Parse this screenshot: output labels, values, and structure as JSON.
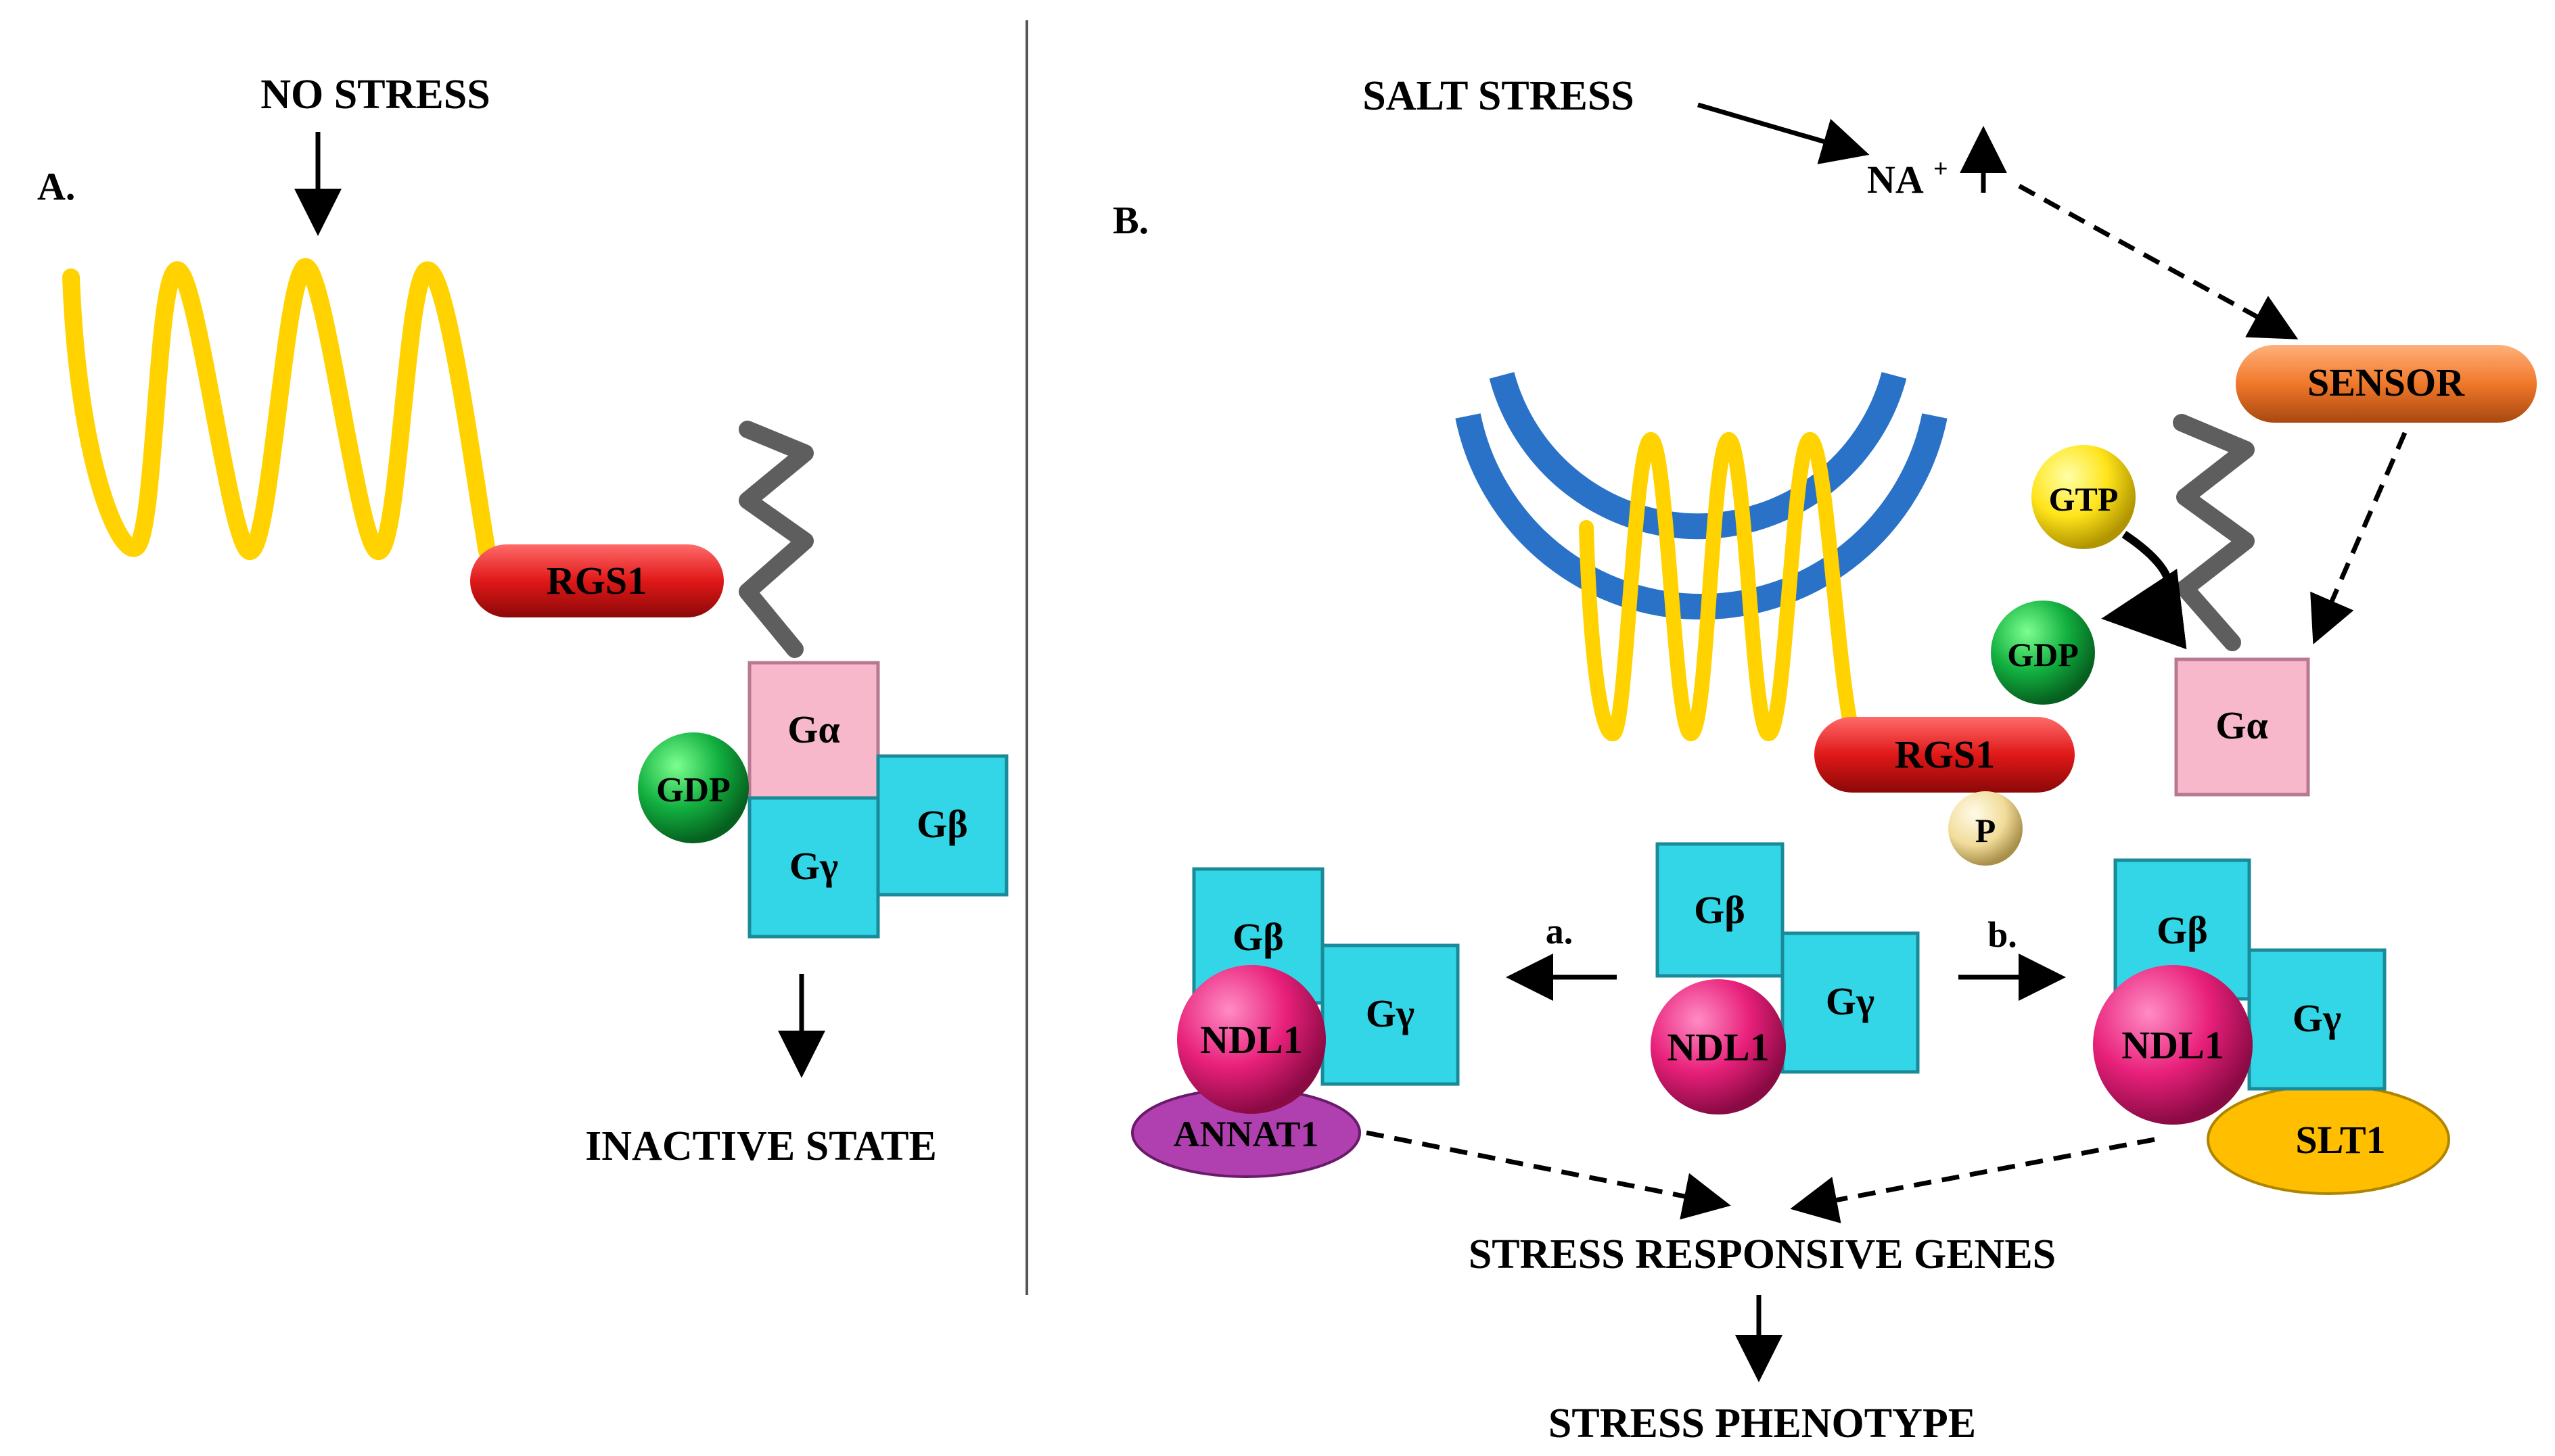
{
  "panel_a": {
    "label": "A.",
    "top_text": "NO STRESS",
    "bottom_text": "INACTIVE STATE",
    "rgs1": "RGS1",
    "galpha": "Gα",
    "gbeta": "Gβ",
    "ggamma": "Gγ",
    "gdp": "GDP"
  },
  "panel_b": {
    "label": "B.",
    "salt_stress": "SALT STRESS",
    "na": "NA",
    "na_sup": "+",
    "sensor": "SENSOR",
    "gtp": "GTP",
    "gdp": "GDP",
    "galpha": "Gα",
    "rgs1": "RGS1",
    "phospho": "P",
    "center_complex": {
      "gbeta": "Gβ",
      "ggamma": "Gγ",
      "ndl1": "NDL1"
    },
    "path_a_label": "a.",
    "path_b_label": "b.",
    "left_complex": {
      "gbeta": "Gβ",
      "ggamma": "Gγ",
      "ndl1": "NDL1",
      "partner": "ANNAT1"
    },
    "right_complex": {
      "gbeta": "Gβ",
      "ggamma": "Gγ",
      "ndl1": "NDL1",
      "partner": "SLT1"
    },
    "genes": "STRESS RESPONSIVE GENES",
    "phenotype": "STRESS PHENOTYPE"
  },
  "colors": {
    "membrane": "#3f48cc",
    "receptor": "#ffd200",
    "rgs1": "#e01818",
    "galpha": "#f7b8cc",
    "gbeta_gamma": "#33d6e6",
    "gdp": "#0faa3c",
    "gtp": "#ffe81a",
    "sensor": "#f0782a",
    "ndl1": "#e8207a",
    "annat1": "#b040b0",
    "slt1": "#ffbf00",
    "phospho": "#f2dc9a",
    "pit": "#2a72c8",
    "anchor": "#5e5e5e"
  }
}
